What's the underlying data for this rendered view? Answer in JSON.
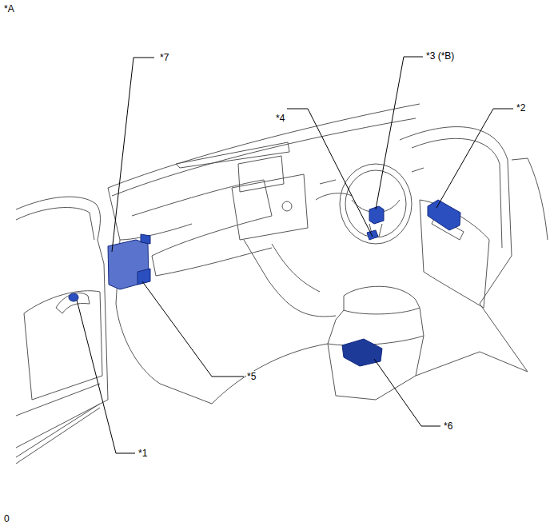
{
  "diagram": {
    "labels": [
      "*A",
      "*7",
      "*3 (*B)",
      "*2",
      "*4",
      "*5",
      "*6",
      "*1",
      "0"
    ]
  }
}
